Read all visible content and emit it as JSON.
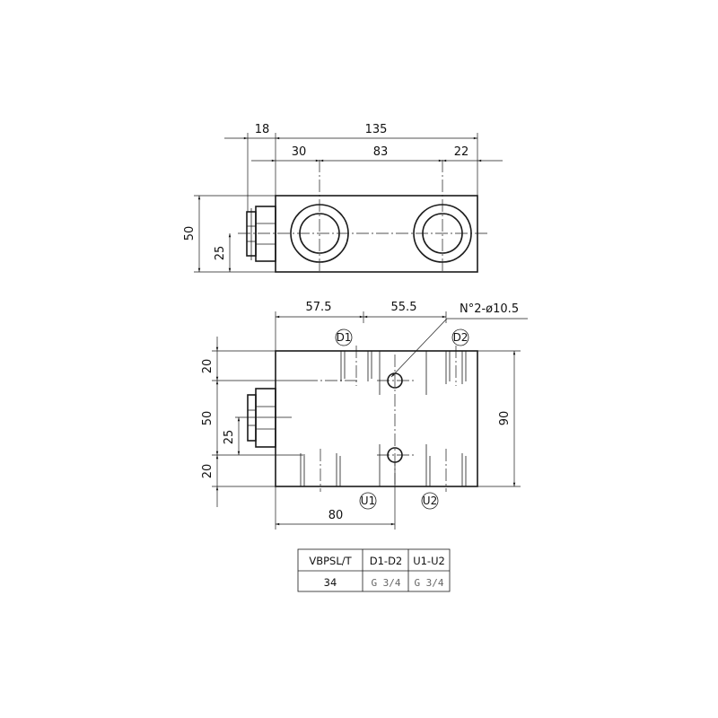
{
  "top_view": {
    "dim_18": "18",
    "dim_135": "135",
    "dim_30": "30",
    "dim_83": "83",
    "dim_22": "22",
    "dim_50": "50",
    "dim_25": "25"
  },
  "front_view": {
    "dim_57_5": "57.5",
    "dim_55_5": "55.5",
    "holes_note": "N°2-ø10.5",
    "dim_20_top": "20",
    "dim_50": "50",
    "dim_25": "25",
    "dim_20_bottom": "20",
    "dim_90": "90",
    "dim_80": "80",
    "ports": {
      "d1": "D1",
      "d2": "D2",
      "u1": "U1",
      "u2": "U2"
    }
  },
  "table": {
    "headers": [
      "VBPSL/T",
      "D1-D2",
      "U1-U2"
    ],
    "row": [
      "34",
      "G 3/4",
      "G 3/4"
    ]
  }
}
